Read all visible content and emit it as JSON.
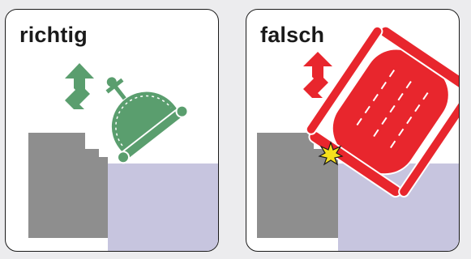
{
  "panels": [
    {
      "label": "richtig",
      "status": "correct",
      "color": "#5a9e6e"
    },
    {
      "label": "falsch",
      "status": "wrong",
      "color": "#e8262d"
    }
  ],
  "colors": {
    "background": "#ececee",
    "wall": "#8e8e8e",
    "water": "#c7c5df",
    "impact": "#f7e11d"
  },
  "icons": [
    "arrow-icon",
    "robot-icon",
    "impact-star-icon"
  ]
}
